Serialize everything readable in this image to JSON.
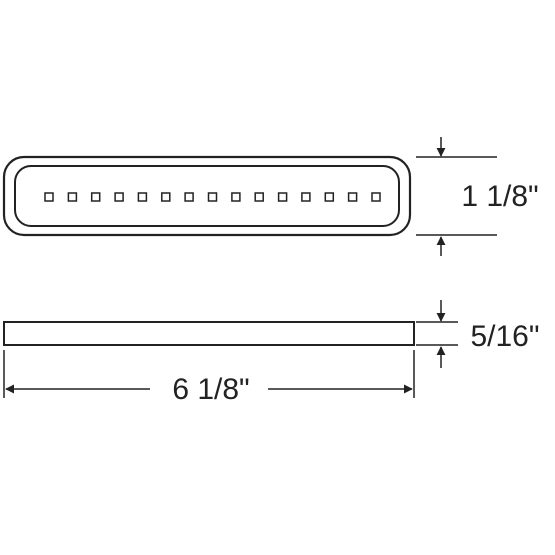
{
  "diagram": {
    "line_color": "#222222",
    "background": "#ffffff",
    "top_view": {
      "led_count": 15
    },
    "dimensions": {
      "height_label": "1 1/8\"",
      "thickness_label": "5/16\"",
      "length_label": "6 1/8\""
    }
  }
}
